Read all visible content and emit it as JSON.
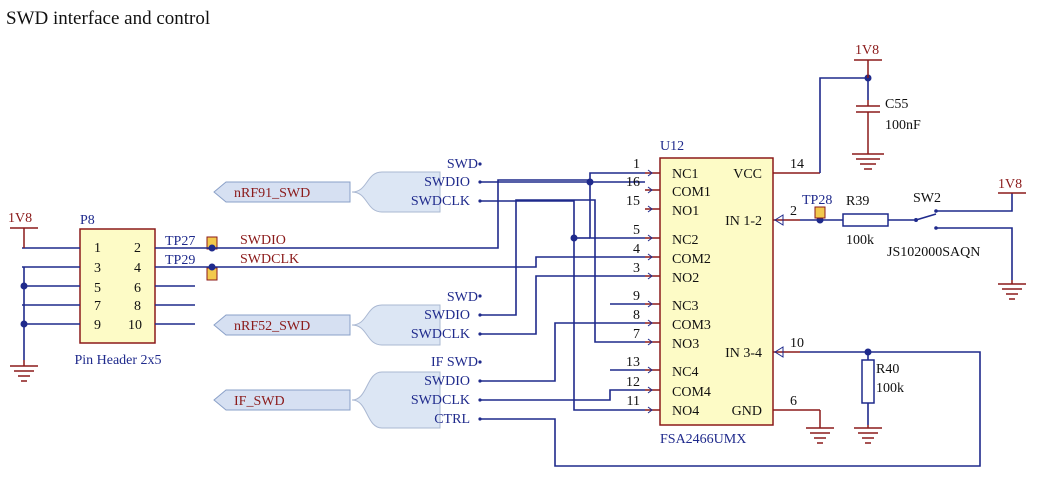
{
  "title": "SWD interface and control",
  "power": {
    "v1": "1V8",
    "v2": "1V8",
    "v3": "1V8"
  },
  "p8": {
    "ref": "P8",
    "caption": "Pin Header 2x5",
    "pins_left": [
      "1",
      "3",
      "5",
      "7",
      "9"
    ],
    "pins_right": [
      "2",
      "4",
      "6",
      "8",
      "10"
    ]
  },
  "testpoints": {
    "tp27": "TP27",
    "tp29": "TP29",
    "tp28": "TP28"
  },
  "nets": {
    "swdio": "SWDIO",
    "swdclk": "SWDCLK"
  },
  "ports": {
    "nrf91": {
      "label": "nRF91_SWD",
      "group": "SWD",
      "sig1": "SWDIO",
      "sig2": "SWDCLK"
    },
    "nrf52": {
      "label": "nRF52_SWD",
      "group": "SWD",
      "sig1": "SWDIO",
      "sig2": "SWDCLK"
    },
    "if": {
      "label": "IF_SWD",
      "group": "IF SWD",
      "sig1": "SWDIO",
      "sig2": "SWDCLK",
      "sig3": "CTRL"
    }
  },
  "u12": {
    "ref": "U12",
    "part": "FSA2466UMX",
    "left_pins": [
      {
        "num": "1",
        "name": "NC1"
      },
      {
        "num": "16",
        "name": "COM1"
      },
      {
        "num": "15",
        "name": "NO1"
      },
      {
        "num": "5",
        "name": "NC2"
      },
      {
        "num": "4",
        "name": "COM2"
      },
      {
        "num": "3",
        "name": "NO2"
      },
      {
        "num": "9",
        "name": "NC3"
      },
      {
        "num": "8",
        "name": "COM3"
      },
      {
        "num": "7",
        "name": "NO3"
      },
      {
        "num": "13",
        "name": "NC4"
      },
      {
        "num": "12",
        "name": "COM4"
      },
      {
        "num": "11",
        "name": "NO4"
      }
    ],
    "right_pins": [
      {
        "num": "14",
        "name": "VCC"
      },
      {
        "num": "2",
        "name": "IN 1-2"
      },
      {
        "num": "10",
        "name": "IN 3-4"
      },
      {
        "num": "6",
        "name": "GND"
      }
    ]
  },
  "c55": {
    "ref": "C55",
    "value": "100nF"
  },
  "r39": {
    "ref": "R39",
    "value": "100k"
  },
  "r40": {
    "ref": "R40",
    "value": "100k"
  },
  "sw2": {
    "ref": "SW2",
    "part": "JS102000SAQN"
  },
  "colors": {
    "wire": "#1f2a8c",
    "component": "#8b1a1a",
    "body": "#fdfbc6",
    "port": "#d6e0f2"
  }
}
